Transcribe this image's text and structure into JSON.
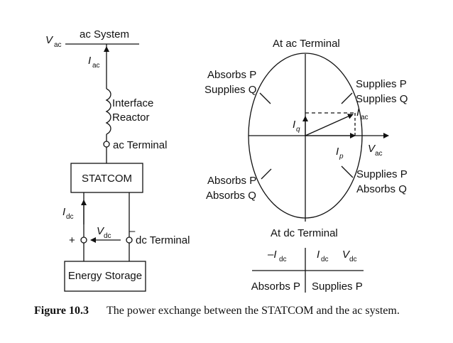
{
  "circuit": {
    "vac": "V",
    "vac_sub": "ac",
    "ac_system": "ac System",
    "iac": "I",
    "iac_sub": "ac",
    "interface": "Interface",
    "reactor": "Reactor",
    "ac_terminal": "ac Terminal",
    "statcom": "STATCOM",
    "idc": "I",
    "idc_sub": "dc",
    "plus": "+",
    "minus": "–",
    "vdc": "V",
    "vdc_sub": "dc",
    "dc_terminal": "dc Terminal",
    "energy_storage": "Energy Storage"
  },
  "phasor": {
    "top_label": "At ac Terminal",
    "bottom_label": "At dc Terminal",
    "q2_line1": "Absorbs P",
    "q2_line2": "Supplies Q",
    "q1_line1": "Supplies P",
    "q1_line2": "Supplies Q",
    "q3_line1": "Absorbs P",
    "q3_line2": "Absorbs Q",
    "q4_line1": "Supplies P",
    "q4_line2": "Absorbs Q",
    "iq": "I",
    "iq_sub": "q",
    "ip": "I",
    "ip_sub": "p",
    "iac": "I",
    "iac_sub": "ac",
    "vac": "V",
    "vac_sub": "ac"
  },
  "dc_axis": {
    "neg_idc": "–I",
    "neg_idc_sub": "dc",
    "idc": "I",
    "idc_sub": "dc",
    "vdc": "V",
    "vdc_sub": "dc",
    "absorbs": "Absorbs P",
    "supplies": "Supplies P"
  },
  "caption": {
    "number": "Figure 10.3",
    "text": "The power exchange between the STATCOM and the ac system."
  }
}
